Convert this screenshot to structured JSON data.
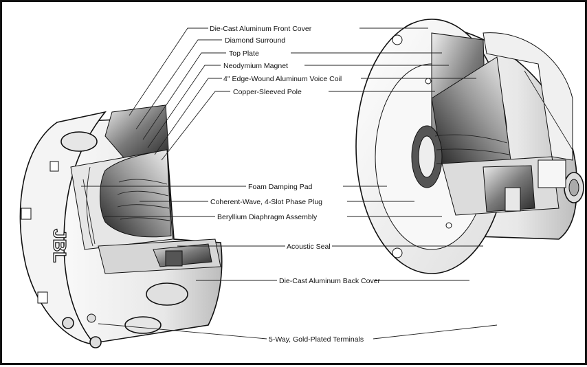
{
  "labels": [
    {
      "id": "front-cover",
      "text": "Die-Cast Aluminum Front Cover"
    },
    {
      "id": "diamond-surround",
      "text": "Diamond Surround"
    },
    {
      "id": "top-plate",
      "text": "Top Plate"
    },
    {
      "id": "magnet",
      "text": "Neodymium Magnet"
    },
    {
      "id": "voice-coil",
      "text": "4\" Edge-Wound Aluminum Voice Coil"
    },
    {
      "id": "pole",
      "text": "Copper-Sleeved Pole"
    },
    {
      "id": "damping-pad",
      "text": "Foam Damping Pad"
    },
    {
      "id": "phase-plug",
      "text": "Coherent-Wave, 4-Slot Phase Plug"
    },
    {
      "id": "diaphragm",
      "text": "Beryllium Diaphragm Assembly"
    },
    {
      "id": "acoustic-seal",
      "text": "Acoustic Seal"
    },
    {
      "id": "back-cover",
      "text": "Die-Cast Aluminum Back Cover"
    },
    {
      "id": "terminals",
      "text": "5-Way, Gold-Plated Terminals"
    }
  ],
  "logo_text": "JBL",
  "colors": {
    "ink": "#111111",
    "shade_dark": "#3a3a3a",
    "shade_mid": "#9a9a9a",
    "shade_light": "#dcdcdc",
    "paper": "#ffffff"
  }
}
